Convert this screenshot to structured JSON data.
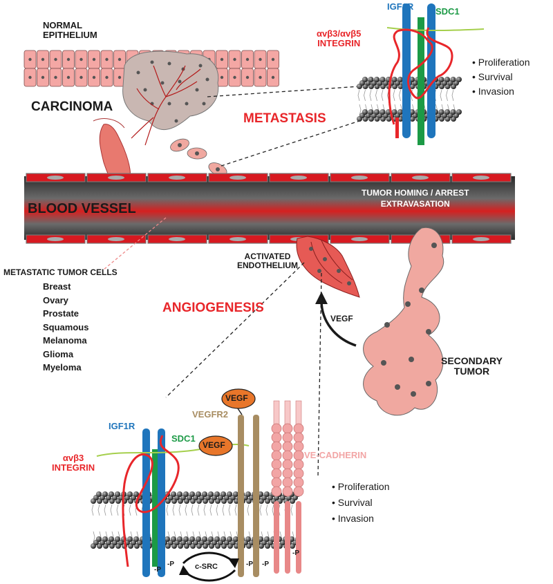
{
  "labels": {
    "normal_epithelium": [
      "NORMAL",
      "EPITHELIUM"
    ],
    "carcinoma": "CARCINOMA",
    "metastasis": "METASTASIS",
    "blood_vessel": "BLOOD VESSEL",
    "tumor_homing": [
      "TUMOR HOMING / ARREST",
      "EXTRAVASATION"
    ],
    "activated_endothelium": [
      "ACTIVATED",
      "ENDOTHELIUM"
    ],
    "angiogenesis": "ANGIOGENESIS",
    "vegf_arrow": "VEGF",
    "secondary_tumor": [
      "SECONDARY",
      "TUMOR"
    ],
    "metastatic_tumor_cells": "METASTATIC TUMOR CELLS",
    "tumor_types": [
      "Breast",
      "Ovary",
      "Prostate",
      "Squamous",
      "Melanoma",
      "Glioma",
      "Myeloma"
    ]
  },
  "top_inset": {
    "igf1r": "IGF1R",
    "sdc1": "SDC1",
    "integrin": [
      "αvβ3/αvβ5",
      "INTEGRIN"
    ],
    "outcomes": [
      "Proliferation",
      "Survival",
      "Invasion"
    ]
  },
  "bottom_inset": {
    "igf1r": "IGF1R",
    "sdc1": "SDC1",
    "vegf_bound": "VEGF",
    "vegf_ligand": "VEGF",
    "vegfr2": "VEGFR2",
    "ve_cadherin": "VE-CADHERIN",
    "integrin": [
      "αvβ3",
      "INTEGRIN"
    ],
    "c_src": "c-SRC",
    "phospho": "-P",
    "outcomes": [
      "Proliferation",
      "Survival",
      "Invasion"
    ]
  },
  "colors": {
    "igf1r": "#1f75bc",
    "sdc1": "#1c9a46",
    "integrin": "#e8262a",
    "vegfr2": "#a88d62",
    "ve_cadherin": "#f2a5a5",
    "vegf": "#e8762a",
    "vessel_wall": "#d71920",
    "tumor_cell": "#f0a8a0",
    "epithelium": "#f4a7a4"
  }
}
